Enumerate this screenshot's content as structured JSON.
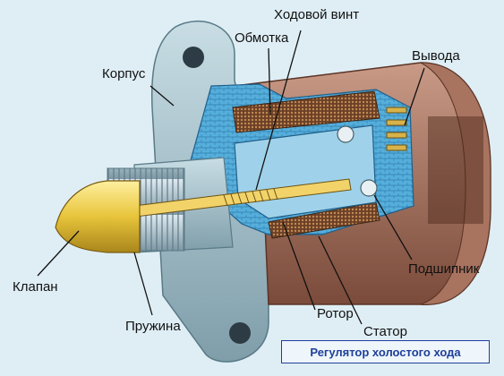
{
  "title": "Регулятор холостого хода",
  "colors": {
    "background": "#dfeef5",
    "housing": "#b6cdd6",
    "housing_dark": "#6e8e9a",
    "stator_shell": "#8b5a4a",
    "stator_shell_light": "#b98a77",
    "coil": "#7a4a2a",
    "cutaway": "#4fa6d6",
    "valve": "#e7c43a",
    "caption_text": "#1f3f9a"
  },
  "labels": {
    "lead_screw": "Ходовой винт",
    "winding": "Обмотка",
    "housing": "Корпус",
    "terminals": "Вывода",
    "valve": "Клапан",
    "spring": "Пружина",
    "bearing": "Подшипник",
    "rotor": "Ротор",
    "stator": "Статор"
  }
}
